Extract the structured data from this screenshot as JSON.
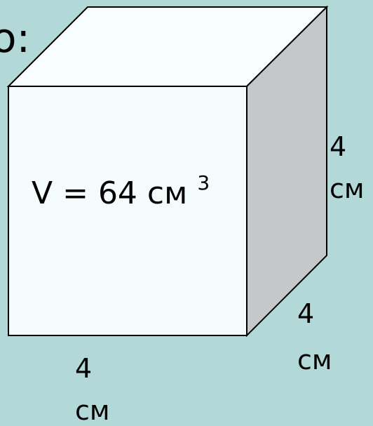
{
  "colors": {
    "background": "#b2d8d8",
    "front_face": "#f5fcfc",
    "top_face": "#f8fdfd",
    "side_face": "#c4c8c8",
    "stroke": "#000000"
  },
  "title_fragment": "о:",
  "cube": {
    "volume_label": "V = 64 см",
    "volume_exponent": "3",
    "height": {
      "value": "4",
      "unit": "см"
    },
    "depth": {
      "value": "4",
      "unit": "см"
    },
    "width": {
      "value": "4",
      "unit": "см"
    }
  }
}
